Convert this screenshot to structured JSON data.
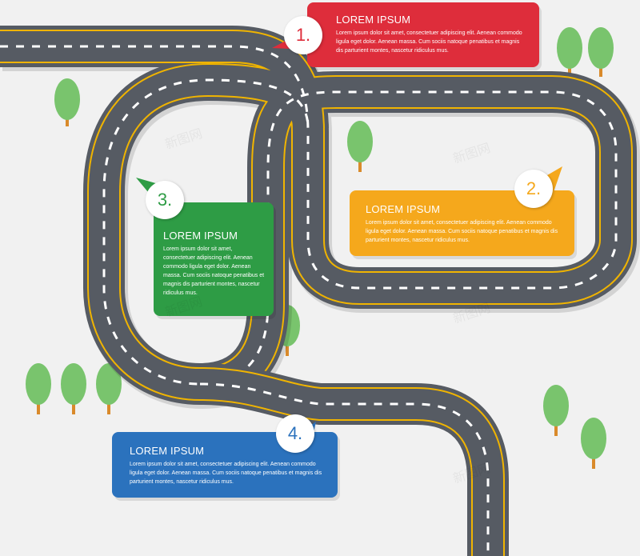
{
  "colors": {
    "background": "#f1f1f1",
    "road": "#565b63",
    "road_edge": "#f0b400",
    "lane_dash": "#ffffff",
    "tree_leaf": "#79c46d",
    "tree_trunk": "#d98a2b"
  },
  "steps": [
    {
      "number": "1.",
      "title": "LOREM IPSUM",
      "body": "Lorem ipsum dolor sit amet, consectetuer adipiscing elit. Aenean commodo ligula eget dolor. Aenean massa. Cum sociis natoque penatibus et magnis dis parturient montes, nascetur ridiculus mus.",
      "color": "#de2d3b"
    },
    {
      "number": "2.",
      "title": "LOREM IPSUM",
      "body": "Lorem ipsum dolor sit amet, consectetuer adipiscing elit. Aenean commodo ligula eget dolor. Aenean massa. Cum sociis natoque penatibus et magnis dis parturient montes, nascetur ridiculus mus.",
      "color": "#f5a81c"
    },
    {
      "number": "3.",
      "title": "LOREM IPSUM",
      "body": "Lorem ipsum dolor sit amet, consectetuer adipiscing elit. Aenean commodo ligula eget dolor. Aenean massa. Cum sociis natoque penatibus et magnis dis parturient montes, nascetur ridiculus mus.",
      "color": "#2e9c45"
    },
    {
      "number": "4.",
      "title": "LOREM IPSUM",
      "body": "Lorem ipsum dolor sit amet, consectetuer adipiscing elit. Aenean commodo ligula eget dolor. Aenean massa. Cum sociis natoque penatibus et magnis dis parturient montes, nascetur ridiculus mus.",
      "color": "#2b72bd"
    }
  ],
  "watermark": "新图网"
}
